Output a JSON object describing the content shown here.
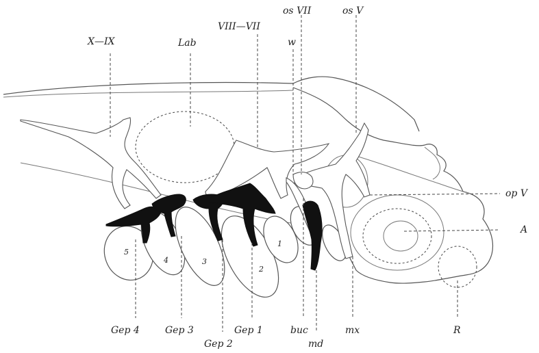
{
  "labels": {
    "x_ix": "X—IX",
    "lab": "Lab",
    "viii_vii": "VIII—VII",
    "os_vii": "os VII",
    "os_v": "os V",
    "w": "w",
    "op_v": "op V",
    "a": "A",
    "gep4": "Gep 4",
    "gep3": "Gep 3",
    "gep2": "Gep 2",
    "gep1": "Gep 1",
    "buc": "buc",
    "md": "md",
    "mx": "mx",
    "r": "R"
  },
  "arch_numbers": [
    "5",
    "4",
    "3",
    "2",
    "1"
  ],
  "colors": {
    "ink": "#111111",
    "outline": "#555555",
    "background": "#ffffff"
  }
}
